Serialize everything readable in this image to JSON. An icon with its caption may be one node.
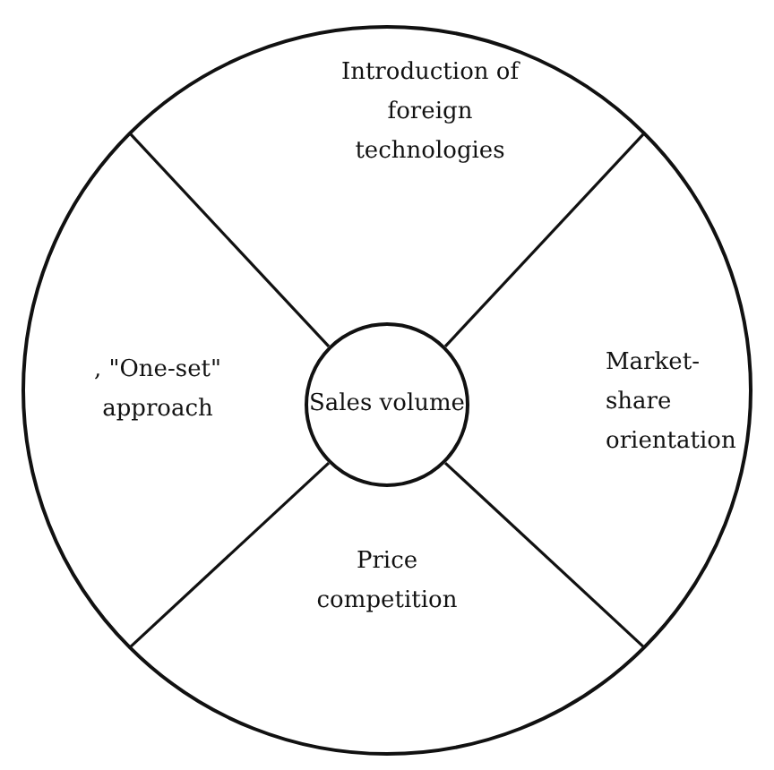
{
  "diagram": {
    "nodes": [
      {
        "text": [],
        "shape": "circle"
      },
      {
        "text": [
          "Introduction of foreign technologies"
        ],
        "in": 0
      },
      {
        "text": [
          ", \"One-set\" approach"
        ],
        "in": 0
      },
      {
        "text": [
          "Sales volume"
        ],
        "in": 0
      },
      {
        "text": [
          "Market-share orientation"
        ],
        "in": 0
      },
      {
        "text": [
          "Price competition"
        ],
        "in": 0
      }
    ],
    "edges": []
  }
}
